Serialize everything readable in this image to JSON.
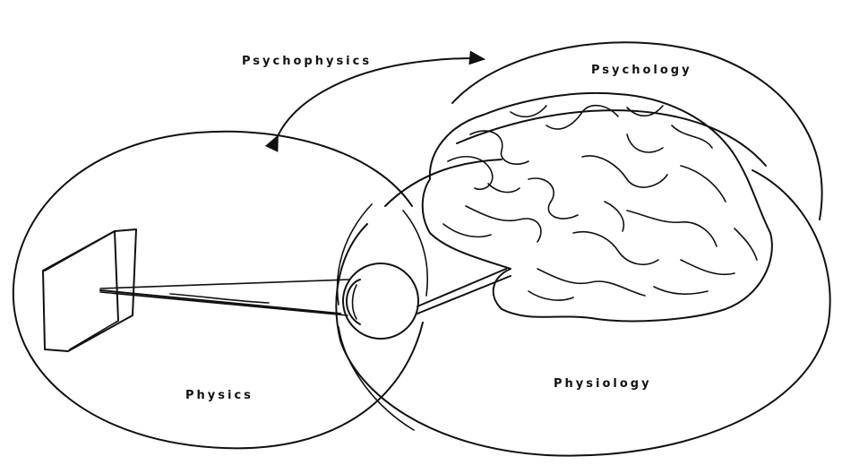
{
  "labels": {
    "psychophysics": "Psychophysics",
    "psychology": "Psychology",
    "physics": "Physics",
    "physiology": "Physiology"
  },
  "colors": {
    "ink": "#111111",
    "background": "#ffffff"
  }
}
